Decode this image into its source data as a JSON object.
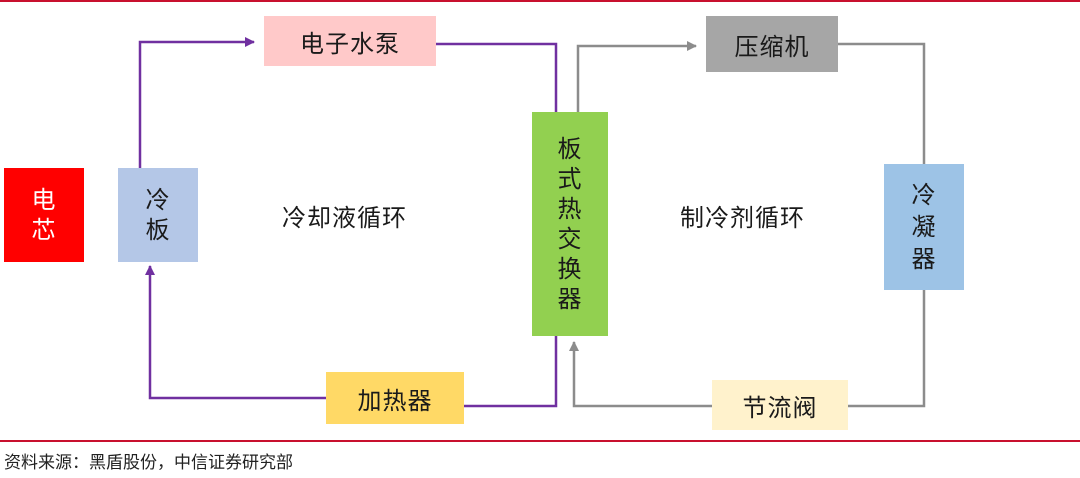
{
  "colors": {
    "rule": "#c8102e",
    "coolant_line": "#7030a0",
    "refrigerant_line": "#8c8c8c",
    "core": "#ff0000",
    "cold_plate": "#b4c7e7",
    "pump": "#ffc9c9",
    "heater": "#ffd966",
    "exchanger": "#92d050",
    "compressor": "#a6a6a6",
    "condenser": "#9dc3e6",
    "valve": "#fff2cc"
  },
  "diagram": {
    "core": "电芯",
    "cold_plate": "冷板",
    "pump": "电子水泵",
    "heater": "加热器",
    "exchanger": "板式热交换器",
    "compressor": "压缩机",
    "condenser": "冷凝器",
    "valve": "节流阀",
    "coolant_loop_label": "冷却液循环",
    "refrigerant_loop_label": "制冷剂循环"
  },
  "source": "资料来源：黑盾股份，中信证券研究部"
}
